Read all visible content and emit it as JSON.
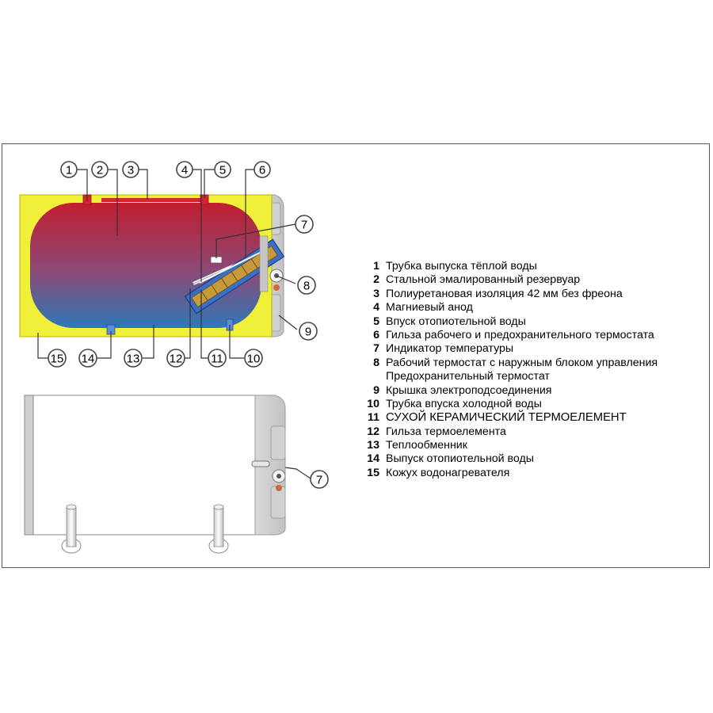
{
  "diagram": {
    "callouts": [
      "1",
      "2",
      "3",
      "4",
      "5",
      "6",
      "7",
      "8",
      "9",
      "10",
      "11",
      "12",
      "13",
      "14",
      "15"
    ],
    "lower_callout": "7"
  },
  "legend": {
    "items": [
      {
        "num": "1",
        "text": "Трубка выпуска тёплой воды"
      },
      {
        "num": "2",
        "text": "Стальной эмалированный резервуар"
      },
      {
        "num": "3",
        "text": "Полиуретановая изоляция 42 мм без фреона"
      },
      {
        "num": "4",
        "text": "Магниевый анод"
      },
      {
        "num": "5",
        "text": "Впуск отопиотельной воды"
      },
      {
        "num": "6",
        "text": "Гильза рабочего и предохранительного термостата"
      },
      {
        "num": "7",
        "text": "Индикатор температуры"
      },
      {
        "num": "8",
        "text": "Рабочий термостат с наружным блоком управления",
        "continuation": "Предохранительный термостат"
      },
      {
        "num": "9",
        "text": "Крышка электроподсоединения"
      },
      {
        "num": "10",
        "text": "Трубка впуска холодной воды"
      },
      {
        "num": "11",
        "text": "СУХОЙ КЕРАМИЧЕСКИЙ ТЕРМОЕЛЕМЕНТ"
      },
      {
        "num": "12",
        "text": "Гильза термоелемента"
      },
      {
        "num": "13",
        "text": "Теплообменник"
      },
      {
        "num": "14",
        "text": "Выпуск отопиотельной воды"
      },
      {
        "num": "15",
        "text": "Кожух водонагревателя"
      }
    ]
  }
}
